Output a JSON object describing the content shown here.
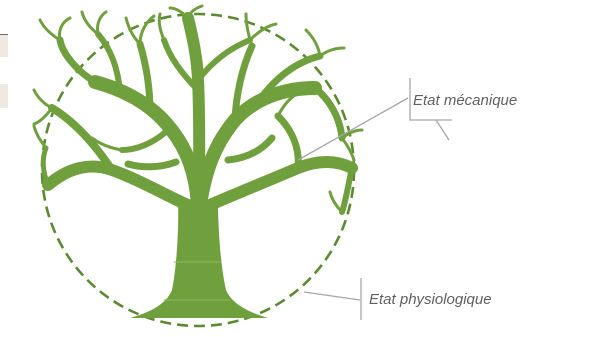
{
  "labels": {
    "mechanical": "Etat mécanique",
    "physiological": "Etat physiologique"
  },
  "colors": {
    "tree": "#70a03e",
    "circle": "#5b8a31",
    "leader": "#a6a6a6",
    "text": "#5f5f5f",
    "edge_fill": "#efe9e1"
  },
  "icons": {
    "tree": "tree-silhouette",
    "boundary": "dashed-circle"
  }
}
